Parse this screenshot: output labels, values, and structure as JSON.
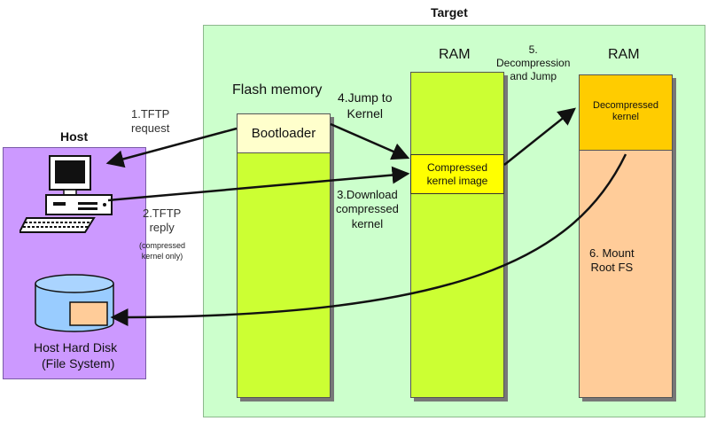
{
  "target": {
    "title": "Target"
  },
  "host": {
    "title": "Host",
    "disk_label_line1": "Host Hard Disk",
    "disk_label_line2": "(File System)"
  },
  "flash": {
    "title": "Flash memory",
    "bootloader": "Bootloader"
  },
  "ram1": {
    "title": "RAM",
    "compressed_line1": "Compressed",
    "compressed_line2": "kernel image"
  },
  "ram2": {
    "title": "RAM",
    "decompressed_line1": "Decompressed",
    "decompressed_line2": "kernel"
  },
  "steps": {
    "s1_line1": "1.TFTP",
    "s1_line2": "request",
    "s2_line1": "2.TFTP",
    "s2_line2": "reply",
    "s2_note_line1": "(compressed",
    "s2_note_line2": "kernel only)",
    "s3_line1": "3.Download",
    "s3_line2": "compressed",
    "s3_line3": "kernel",
    "s4_line1": "4.Jump to",
    "s4_line2": "Kernel",
    "s5_line1": "5.",
    "s5_line2": "Decompression",
    "s5_line3": "and Jump",
    "s6_line1": "6. Mount",
    "s6_line2": "Root FS"
  },
  "icons": {
    "computer": "desktop-computer-icon",
    "disk": "hard-disk-icon"
  },
  "colors": {
    "target_bg": "#ccffcc",
    "host_bg": "#cc99ff",
    "flash": "#ccff33",
    "ram1": "#ccff33",
    "bootloader": "#ffffcc",
    "compressed": "#ffff00",
    "decompressed": "#ffcc00",
    "ram2": "#ffcc99",
    "disk": "#99ccff",
    "disk_file": "#ffcc99"
  }
}
